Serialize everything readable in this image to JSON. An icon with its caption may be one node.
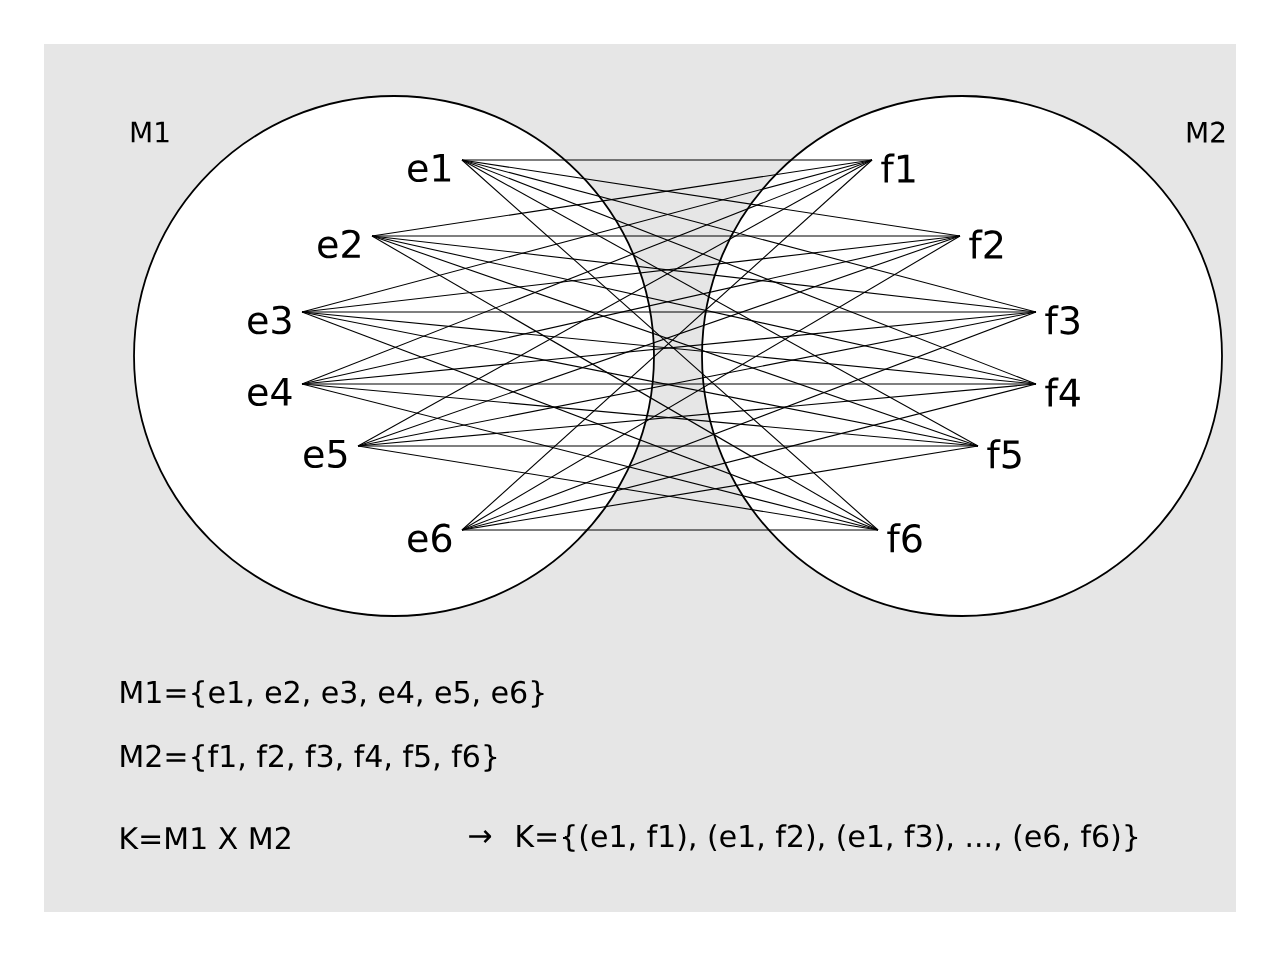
{
  "diagram": {
    "nodes": [
      {
        "text": [
          "M1"
        ]
      },
      {
        "text": [
          "e1"
        ],
        "in": 0
      },
      {
        "text": [
          "e2"
        ],
        "in": 0
      },
      {
        "text": [
          "e3"
        ],
        "in": 0
      },
      {
        "text": [
          "e4"
        ],
        "in": 0
      },
      {
        "text": [
          "e5"
        ],
        "in": 0
      },
      {
        "text": [
          "e6"
        ],
        "in": 0
      },
      {
        "text": [
          "M2"
        ]
      },
      {
        "text": [
          "f1"
        ],
        "in": 7
      },
      {
        "text": [
          "f2"
        ],
        "in": 7
      },
      {
        "text": [
          "f3"
        ],
        "in": 7
      },
      {
        "text": [
          "f4"
        ],
        "in": 7
      },
      {
        "text": [
          "f5"
        ],
        "in": 7
      },
      {
        "text": [
          "f6"
        ],
        "in": 7
      }
    ],
    "edges": [
      {
        "from": 1,
        "to": 8,
        "arrow": "none"
      },
      {
        "from": 1,
        "to": 9,
        "arrow": "none"
      },
      {
        "from": 1,
        "to": 10,
        "arrow": "none"
      },
      {
        "from": 1,
        "to": 11,
        "arrow": "none"
      },
      {
        "from": 1,
        "to": 12,
        "arrow": "none"
      },
      {
        "from": 1,
        "to": 13,
        "arrow": "none"
      },
      {
        "from": 2,
        "to": 8,
        "arrow": "none"
      },
      {
        "from": 2,
        "to": 9,
        "arrow": "none"
      },
      {
        "from": 2,
        "to": 10,
        "arrow": "none"
      },
      {
        "from": 2,
        "to": 11,
        "arrow": "none"
      },
      {
        "from": 2,
        "to": 12,
        "arrow": "none"
      },
      {
        "from": 2,
        "to": 13,
        "arrow": "none"
      },
      {
        "from": 3,
        "to": 8,
        "arrow": "none"
      },
      {
        "from": 3,
        "to": 9,
        "arrow": "none"
      },
      {
        "from": 3,
        "to": 10,
        "arrow": "none"
      },
      {
        "from": 3,
        "to": 11,
        "arrow": "none"
      },
      {
        "from": 3,
        "to": 12,
        "arrow": "none"
      },
      {
        "from": 3,
        "to": 13,
        "arrow": "none"
      },
      {
        "from": 4,
        "to": 8,
        "arrow": "none"
      },
      {
        "from": 4,
        "to": 9,
        "arrow": "none"
      },
      {
        "from": 4,
        "to": 10,
        "arrow": "none"
      },
      {
        "from": 4,
        "to": 11,
        "arrow": "none"
      },
      {
        "from": 4,
        "to": 12,
        "arrow": "none"
      },
      {
        "from": 4,
        "to": 13,
        "arrow": "none"
      },
      {
        "from": 5,
        "to": 8,
        "arrow": "none"
      },
      {
        "from": 5,
        "to": 9,
        "arrow": "none"
      },
      {
        "from": 5,
        "to": 10,
        "arrow": "none"
      },
      {
        "from": 5,
        "to": 11,
        "arrow": "none"
      },
      {
        "from": 5,
        "to": 12,
        "arrow": "none"
      },
      {
        "from": 5,
        "to": 13,
        "arrow": "none"
      },
      {
        "from": 6,
        "to": 8,
        "arrow": "none"
      },
      {
        "from": 6,
        "to": 9,
        "arrow": "none"
      },
      {
        "from": 6,
        "to": 10,
        "arrow": "none"
      },
      {
        "from": 6,
        "to": 11,
        "arrow": "none"
      },
      {
        "from": 6,
        "to": 12,
        "arrow": "none"
      },
      {
        "from": 6,
        "to": 13,
        "arrow": "none"
      }
    ],
    "labels": [
      "M1={e1, e2, e3, e4, e5, e6}",
      "M2={f1, f2, f3, f4, f5, f6}",
      "K=M1 X M2",
      "→",
      "K={(e1, f1), (e1, f2), (e1, f3), ..., (e6, f6)}"
    ]
  }
}
